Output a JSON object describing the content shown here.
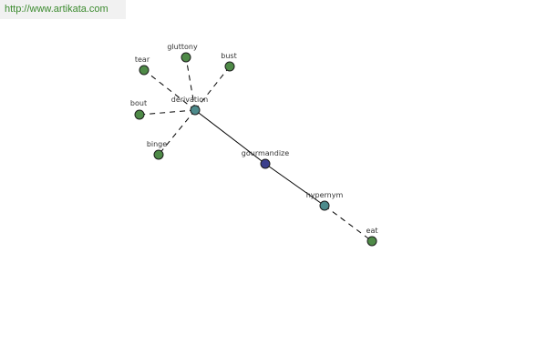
{
  "watermark": {
    "text": "http://www.artikata.com"
  },
  "colors": {
    "leaf": "#4e8a47",
    "relation": "#4d8b8c",
    "root": "#3b3f8c"
  },
  "graph": {
    "nodes": [
      {
        "id": "gourmandize",
        "label": "gourmandize",
        "kind": "root"
      },
      {
        "id": "derivation",
        "label": "derivation",
        "kind": "relation"
      },
      {
        "id": "hypernym",
        "label": "hypernym",
        "kind": "relation"
      },
      {
        "id": "tear",
        "label": "tear",
        "kind": "leaf"
      },
      {
        "id": "gluttony",
        "label": "gluttony",
        "kind": "leaf"
      },
      {
        "id": "bust",
        "label": "bust",
        "kind": "leaf"
      },
      {
        "id": "bout",
        "label": "bout",
        "kind": "leaf"
      },
      {
        "id": "binge",
        "label": "binge",
        "kind": "leaf"
      },
      {
        "id": "eat",
        "label": "eat",
        "kind": "leaf"
      }
    ],
    "edges": [
      {
        "from": "derivation",
        "to": "gourmandize",
        "style": "solid"
      },
      {
        "from": "gourmandize",
        "to": "hypernym",
        "style": "solid"
      },
      {
        "from": "derivation",
        "to": "tear",
        "style": "dashed"
      },
      {
        "from": "derivation",
        "to": "gluttony",
        "style": "dashed"
      },
      {
        "from": "derivation",
        "to": "bust",
        "style": "dashed"
      },
      {
        "from": "derivation",
        "to": "bout",
        "style": "dashed"
      },
      {
        "from": "derivation",
        "to": "binge",
        "style": "dashed"
      },
      {
        "from": "hypernym",
        "to": "eat",
        "style": "dashed"
      }
    ]
  }
}
